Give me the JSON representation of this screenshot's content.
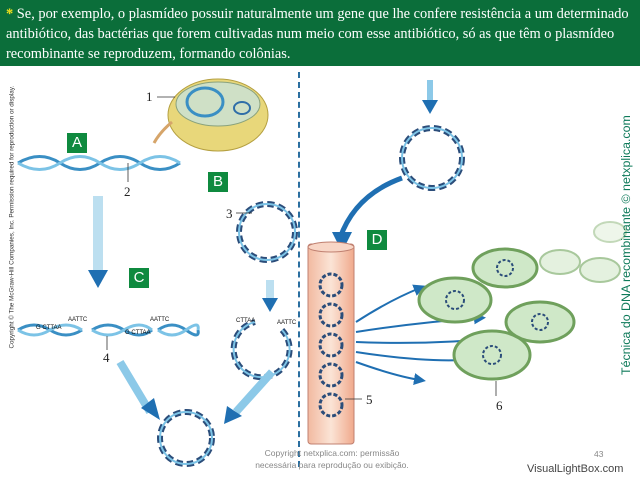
{
  "header": {
    "star": "*",
    "text": " Se, por exemplo, o plasmídeo possuir naturalmente um gene que lhe confere resistência a um determinado antibiótico, das bactérias que forem cultivadas num meio com esse antibiótico, só as que têm o plasmídeo recombinante se reproduzem, formando colônias."
  },
  "labels": {
    "a": "A",
    "b": "B",
    "c": "C",
    "d": "D"
  },
  "numbers": {
    "n1": "1",
    "n2": "2",
    "n3": "3",
    "n4": "4",
    "n5": "5",
    "n6": "6"
  },
  "gene_ends": {
    "left": "G\nCTTAA",
    "mid_top": "AATTC",
    "mid_bottom": "G CTTAA",
    "right": "AATTC",
    "plasmid_a": "CTTAA",
    "plasmid_b": "AATTC"
  },
  "side_left": "Copyright © The McGraw-Hill Companies, Inc. Permission required for reproduction or display.",
  "side_right": "Técnica do DNA recombinante © netxplica.com",
  "footer": {
    "copyright_line1": "Copyright netxplica.com: permissão",
    "copyright_line2": "necessária para reprodução ou exibição.",
    "page": "43",
    "watermark": "VisualLightBox.com"
  },
  "colors": {
    "header_bg": "#0b6e3a",
    "star": "#f3e21b",
    "label_box": "#0f8a3f",
    "dna": "#3a8fc4",
    "arrow": "#1f6fb2",
    "bacteria": "#7fb069"
  },
  "icons": [
    "bacterium-cell-icon",
    "plasmid-ring-icon",
    "dna-helix-icon",
    "test-tube-icon",
    "arrow-icon"
  ]
}
